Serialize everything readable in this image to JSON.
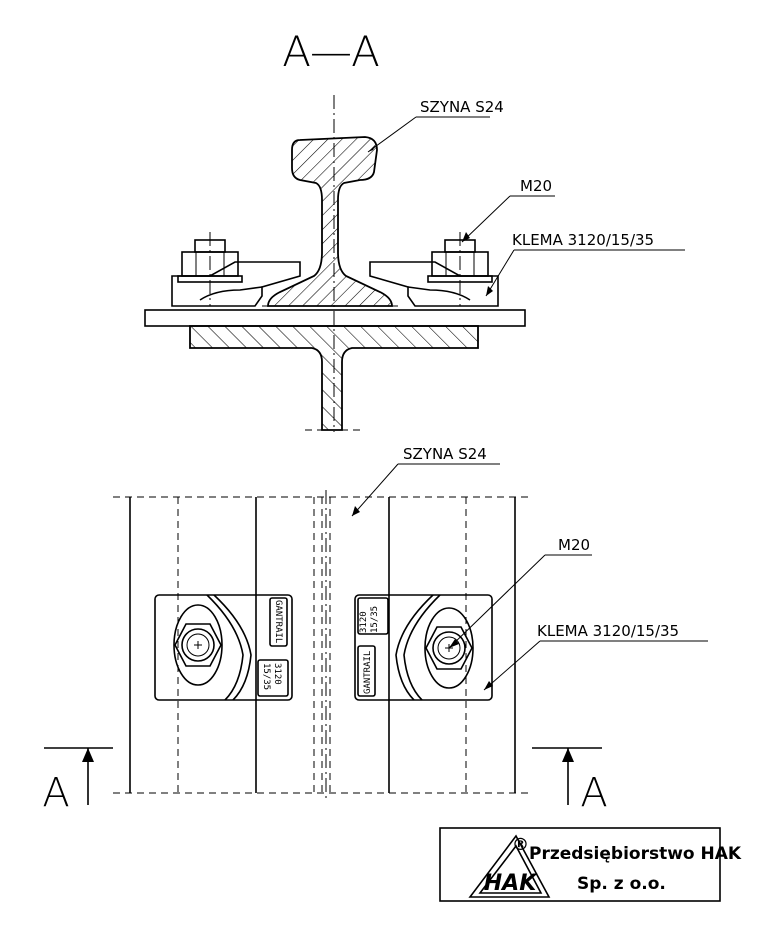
{
  "section_title": "A—A",
  "section_view": {
    "rail_label": "SZYNA S24",
    "bolt_label": "M20",
    "clip_label": "KLEMA 3120/15/35"
  },
  "plan_view": {
    "rail_label": "SZYNA S24",
    "bolt_label": "M20",
    "clip_label": "KLEMA 3120/15/35",
    "clip_left": {
      "brand": "GANTRAIL",
      "code_line1": "3120",
      "code_line2": "15/35"
    },
    "clip_right": {
      "brand": "GANTRAIL",
      "code_line1": "3120",
      "code_line2": "15/35"
    },
    "section_mark_left": "A",
    "section_mark_right": "A"
  },
  "logo": {
    "registered_mark": "®",
    "company_line1": "Przedsiębiorstwo HAK",
    "company_line2": "Sp. z o.o.",
    "monogram": "HAK"
  }
}
